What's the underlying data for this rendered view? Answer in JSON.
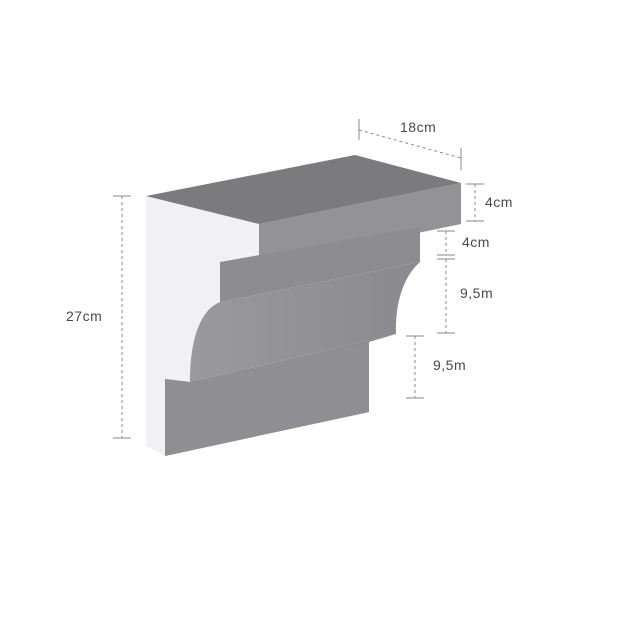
{
  "diagram": {
    "colors": {
      "background": "#ffffff",
      "top_face": "#7d7d80",
      "side_face": "#f0f0f2",
      "front_face": "#8e8e92",
      "front_face_light": "#a3a3a7",
      "dimension_line": "#8a8a8a",
      "label_text": "#4a4a4a"
    },
    "dimensions": {
      "depth": "18cm",
      "top_height": "4cm",
      "step_height": "4cm",
      "cove_height": "9,5m",
      "base_height": "9,5m",
      "total_height": "27cm"
    }
  }
}
